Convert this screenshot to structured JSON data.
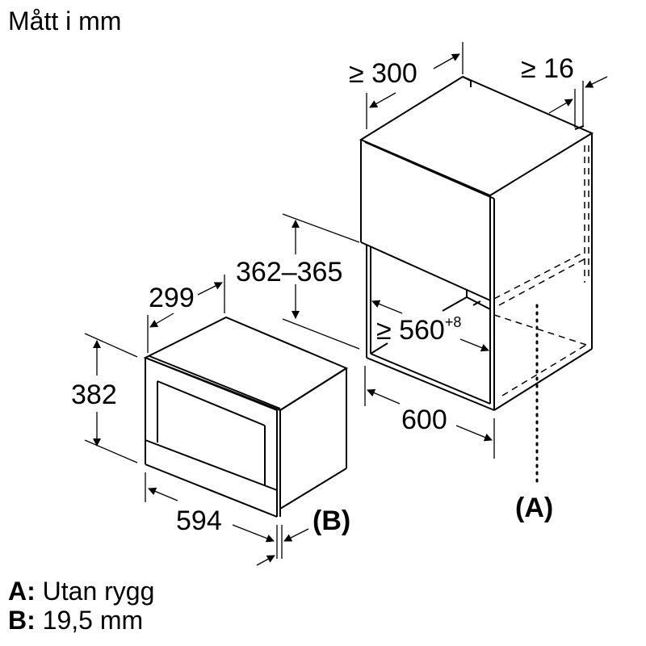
{
  "title": "Mått i mm",
  "dimensions": {
    "niche_top_depth": "≥ 300",
    "side_gap": "≥ 16",
    "niche_height": "362–365",
    "niche_width_main": "≥ 560",
    "niche_width_tolerance": "+8",
    "cabinet_width": "600",
    "appliance_depth": "299",
    "appliance_height": "382",
    "appliance_width": "594"
  },
  "callouts": {
    "a": "(A)",
    "b": "(B)"
  },
  "legend": [
    {
      "key": "A:",
      "text": "Utan rygg"
    },
    {
      "key": "B:",
      "text": "19,5 mm"
    }
  ],
  "colors": {
    "line": "#000000",
    "background": "#ffffff"
  }
}
